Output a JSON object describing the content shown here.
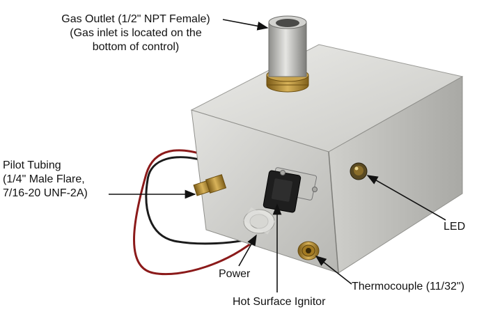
{
  "labels": {
    "gas_outlet": {
      "line1": "Gas Outlet (1/2\" NPT Female)",
      "line2": "(Gas inlet is located on the",
      "line3": "bottom of control)"
    },
    "pilot_tubing": {
      "line1": "Pilot Tubing",
      "line2": "(1/4\" Male Flare,",
      "line3": "7/16-20 UNF-2A)"
    },
    "led": "LED",
    "power": "Power",
    "hot_surface_ignitor": "Hot Surface Ignitor",
    "thermocouple": "Thermocouple (11/32\")"
  },
  "colors": {
    "box_light": "#d9d9d6",
    "box_mid": "#bdbdb9",
    "box_dark": "#9f9f9b",
    "brass": "#b8902f",
    "wire_red": "#8b1a1a",
    "wire_black": "#1b1b1b",
    "arrow": "#111111"
  }
}
